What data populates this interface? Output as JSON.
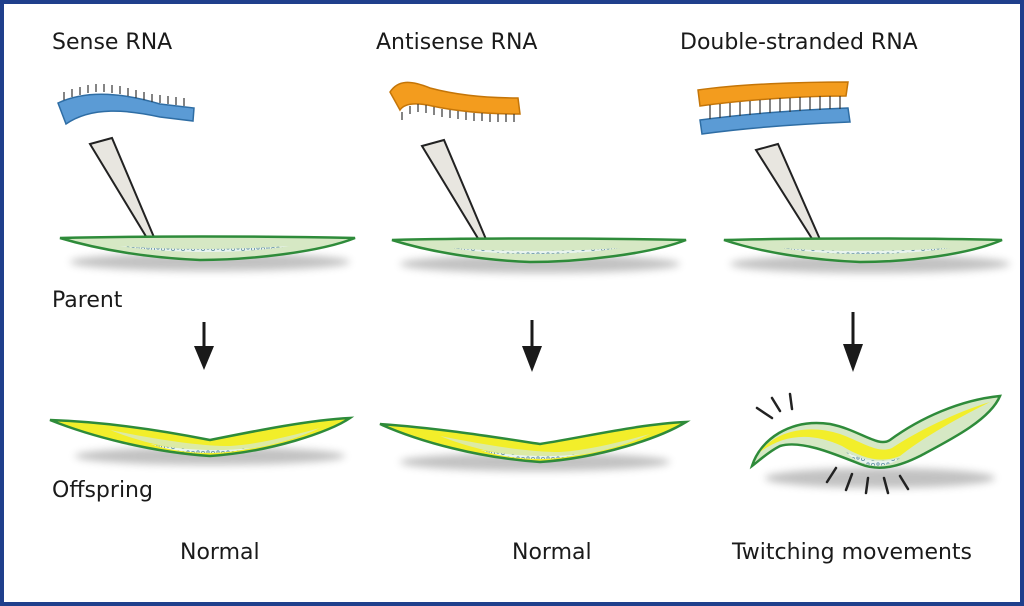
{
  "columns": [
    {
      "rna_label": "Sense RNA",
      "result_label": "Normal"
    },
    {
      "rna_label": "Antisense RNA",
      "result_label": "Normal"
    },
    {
      "rna_label": "Double-stranded RNA",
      "result_label": "Twitching movements"
    }
  ],
  "row_labels": {
    "parent": "Parent",
    "offspring": "Offspring"
  },
  "colors": {
    "frame": "#1f3f8c",
    "sense_strand": "#5b9bd5",
    "antisense_strand": "#f39c1e",
    "worm_outline": "#2e8b3a",
    "worm_parent_fill": "#d6e8c4",
    "worm_offspring_fill": "#f2ee2a",
    "arrow": "#1a1a1a"
  }
}
